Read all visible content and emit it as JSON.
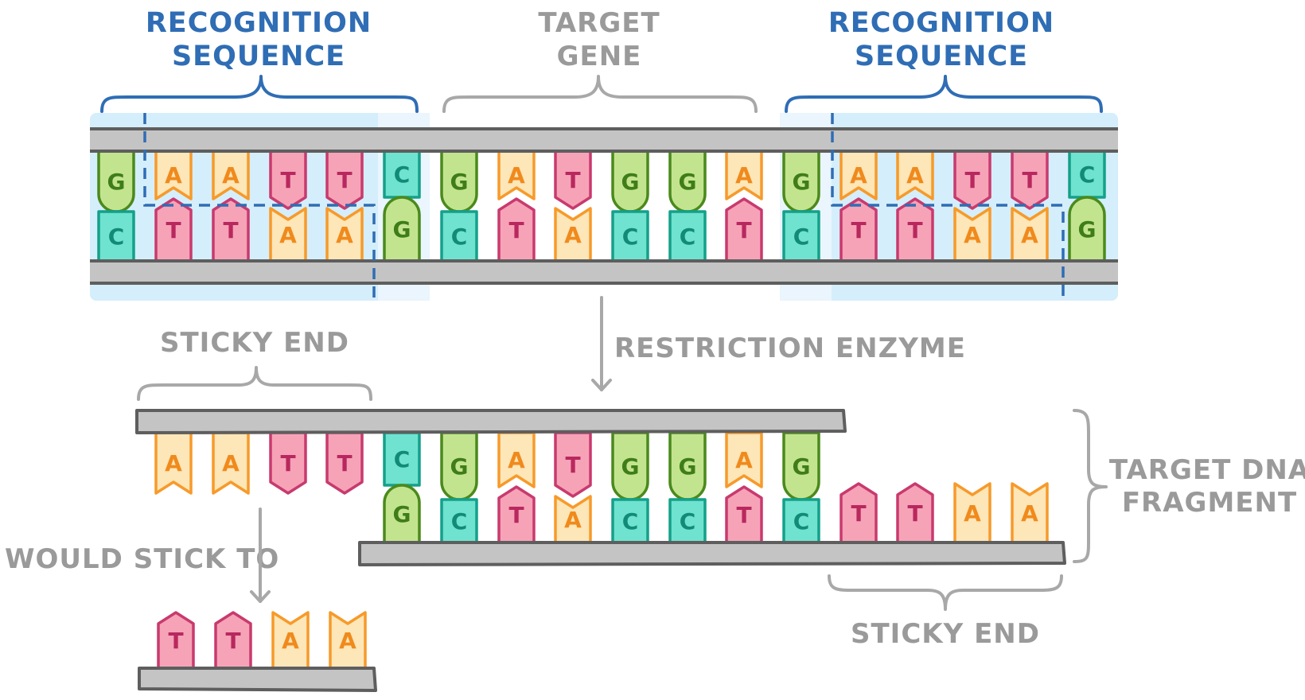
{
  "labels": {
    "recognition_left_line1": "RECOGNITION",
    "recognition_left_line2": "SEQUENCE",
    "target_gene_line1": "TARGET",
    "target_gene_line2": "GENE",
    "recognition_right_line1": "RECOGNITION",
    "recognition_right_line2": "SEQUENCE",
    "restriction_enzyme": "RESTRICTION ENZYME",
    "sticky_end_top": "STICKY END",
    "would_stick_to": "WOULD STICK TO",
    "target_fragment_line1": "TARGET DNA",
    "target_fragment_line2": "FRAGMENT",
    "sticky_end_bottom": "STICKY END"
  },
  "dna": {
    "top_strand": [
      "G",
      "A",
      "A",
      "T",
      "T",
      "C",
      "G",
      "A",
      "T",
      "G",
      "G",
      "A",
      "G",
      "A",
      "A",
      "T",
      "T",
      "C"
    ],
    "bottom_strand": [
      "C",
      "T",
      "T",
      "A",
      "A",
      "G",
      "C",
      "T",
      "A",
      "C",
      "C",
      "T",
      "C",
      "T",
      "T",
      "A",
      "A",
      "G"
    ],
    "fragment_top": [
      "A",
      "A",
      "T",
      "T",
      "C",
      "G",
      "A",
      "T",
      "G",
      "G",
      "A",
      "G"
    ],
    "fragment_bottom": [
      "G",
      "C",
      "T",
      "A",
      "C",
      "C",
      "T",
      "C",
      "T",
      "T",
      "A",
      "A"
    ],
    "complement_bases": [
      "T",
      "T",
      "A",
      "A"
    ]
  },
  "colors": {
    "A": {
      "fill": "#fde6b8",
      "stroke": "#f79a2a",
      "text": "#f08a1c"
    },
    "T": {
      "fill": "#f6a3b8",
      "stroke": "#c83a6e",
      "text": "#b8285e"
    },
    "G": {
      "fill": "#c3e48e",
      "stroke": "#4a8a1c",
      "text": "#3f7d18"
    },
    "C": {
      "fill": "#6fe3cf",
      "stroke": "#14a08a",
      "text": "#118a78"
    },
    "backbone": "#c4c4c4",
    "backbone_line": "#5e5e5e",
    "highlight": "#d5eefb",
    "highlight_light": "#eaf5fd",
    "blue_accent": "#2f6db5",
    "grey_text": "#9a9a9a"
  }
}
